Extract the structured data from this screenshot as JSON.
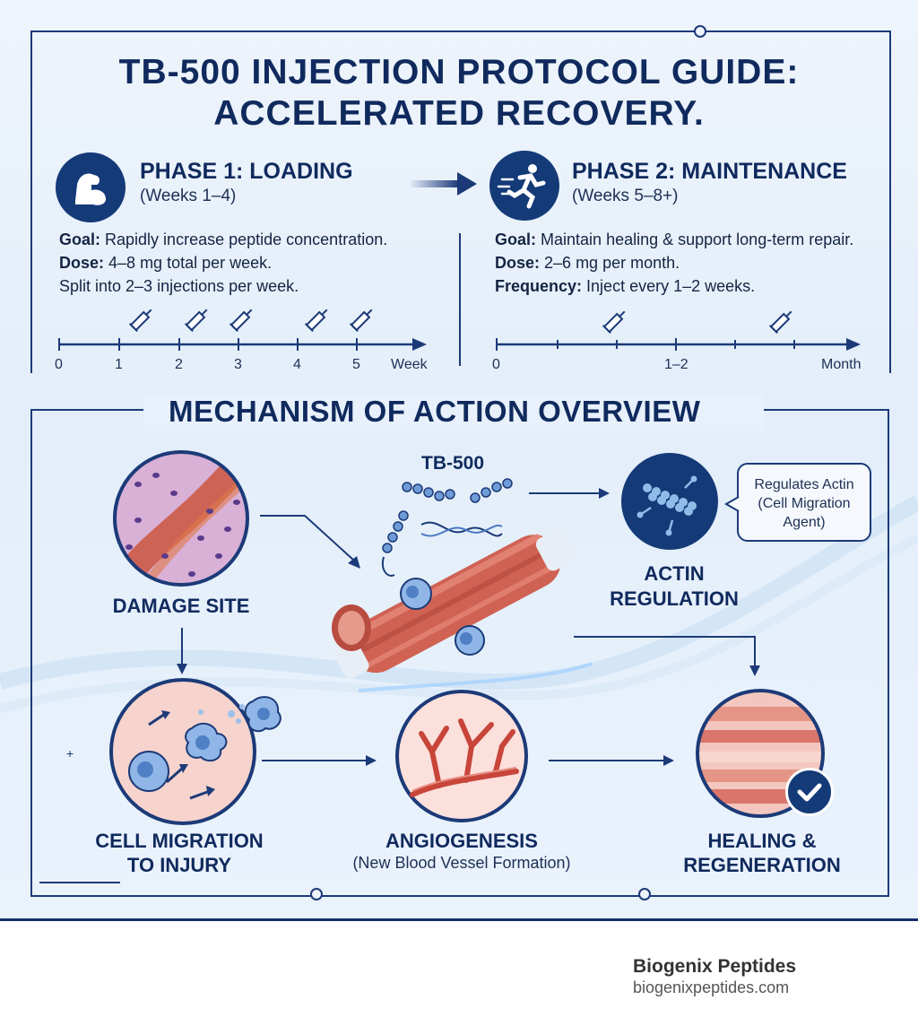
{
  "title": {
    "line1": "TB-500 INJECTION PROTOCOL GUIDE:",
    "line2": "ACCELERATED RECOVERY."
  },
  "phase1": {
    "title": "PHASE 1: LOADING",
    "weeks": "(Weeks 1–4)",
    "goal_label": "Goal:",
    "goal_text": "Rapidly increase peptide concentration.",
    "dose_label": "Dose:",
    "dose_text": "4–8 mg total per week.",
    "split_text": "Split into 2–3 injections per week.",
    "timeline": {
      "ticks": [
        "0",
        "1",
        "2",
        "3",
        "4",
        "5"
      ],
      "unit": "Week"
    }
  },
  "phase2": {
    "title": "PHASE 2: MAINTENANCE",
    "weeks": "(Weeks 5–8+)",
    "goal_label": "Goal:",
    "goal_text": "Maintain healing & support long-term repair.",
    "dose_label": "Dose:",
    "dose_text": "2–6 mg per month.",
    "freq_label": "Frequency:",
    "freq_text": "Inject every 1–2 weeks.",
    "timeline": {
      "ticks": [
        "0",
        "1–2"
      ],
      "unit": "Month"
    }
  },
  "mechanism": {
    "title": "MECHANISM OF ACTION OVERVIEW",
    "tb500": "TB-500",
    "damage": "DAMAGE SITE",
    "actin_line1": "ACTIN",
    "actin_line2": "REGULATION",
    "bubble_line1": "Regulates Actin",
    "bubble_line2": "(Cell Migration",
    "bubble_line3": "Agent)",
    "migration_line1": "CELL MIGRATION",
    "migration_line2": "TO INJURY",
    "angio_title": "ANGIOGENESIS",
    "angio_sub": "(New Blood Vessel Formation)",
    "healing_line1": "HEALING &",
    "healing_line2": "REGENERATION"
  },
  "footer": {
    "brand": "Biogenix Peptides",
    "url": "biogenixpeptides.com"
  },
  "colors": {
    "navy": "#102a5e",
    "accent_blue": "#1c3a78",
    "cell_blue": "#7aa6dc",
    "muscle_red": "#c9554a",
    "tissue_pink": "#f2c9c4"
  }
}
